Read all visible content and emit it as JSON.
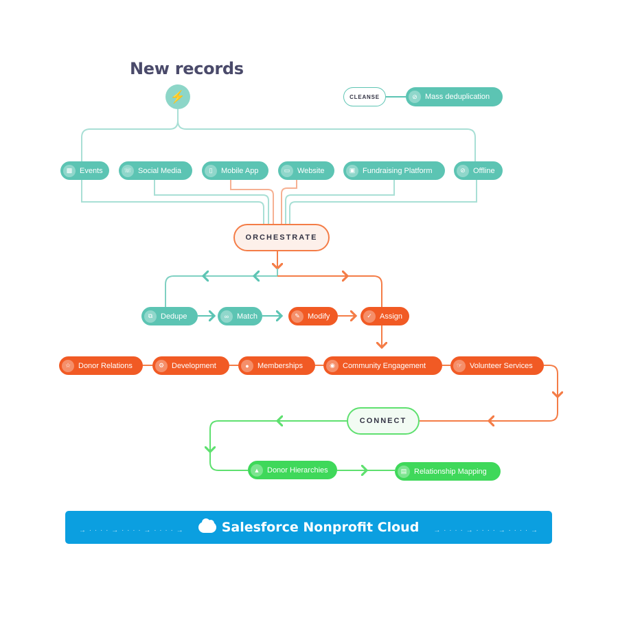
{
  "title": "New records",
  "cleanse": {
    "label": "CLEANSE",
    "mass_dedup": "Mass deduplication"
  },
  "sources": [
    {
      "label": "Events",
      "icon": "calendar-icon"
    },
    {
      "label": "Social Media",
      "icon": "phone-icon"
    },
    {
      "label": "Mobile App",
      "icon": "mobile-icon"
    },
    {
      "label": "Website",
      "icon": "monitor-icon"
    },
    {
      "label": "Fundraising Platform",
      "icon": "platform-icon"
    },
    {
      "label": "Offline",
      "icon": "no-wifi-icon"
    }
  ],
  "orchestrate": "ORCHESTRATE",
  "steps": [
    {
      "label": "Dedupe",
      "icon": "copy-icon"
    },
    {
      "label": "Match",
      "icon": "link-icon"
    },
    {
      "label": "Modify",
      "icon": "edit-icon"
    },
    {
      "label": "Assign",
      "icon": "user-check-icon"
    }
  ],
  "departments": [
    {
      "label": "Donor Relations",
      "icon": "star-icon"
    },
    {
      "label": "Development",
      "icon": "gear-icon"
    },
    {
      "label": "Memberships",
      "icon": "group-icon"
    },
    {
      "label": "Community Engagement",
      "icon": "chat-icon"
    },
    {
      "label": "Volunteer Services",
      "icon": "handshake-icon"
    }
  ],
  "connect": "CONNECT",
  "outputs": [
    {
      "label": "Donor Hierarchies",
      "icon": "hierarchy-icon"
    },
    {
      "label": "Relationship Mapping",
      "icon": "map-icon"
    }
  ],
  "banner": "Salesforce Nonprofit Cloud",
  "colors": {
    "teal": "#5cc4b3",
    "orange": "#f15a24",
    "green": "#3fd85a",
    "blue": "#0b9fe0",
    "title": "#4a4a6a"
  }
}
